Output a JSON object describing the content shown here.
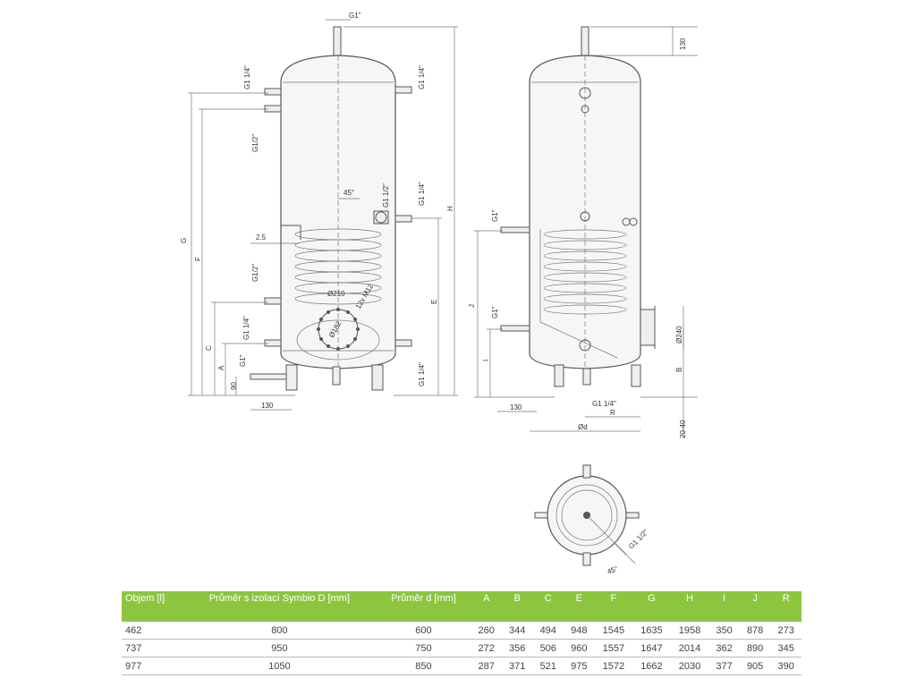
{
  "front_view": {
    "labels": {
      "top_conn": "G1\"",
      "upper_left": "G1 1/4\"",
      "left_mid": "G1/2\"",
      "right_upper": "G1 1/4\"",
      "right_mid_a": "G1 1/4\"",
      "right_mid_b": "G1 1/2\"",
      "angle": "45°",
      "gap": "2.5",
      "left_lower_a": "G1/2\"",
      "left_lower_b": "G1 1/4\"",
      "left_bottom": "G1\"",
      "right_bottom": "G1 1/4\"",
      "coil_dia": "Ø210",
      "flange_bolts": "12x M12",
      "flange_pitch": "Ø182",
      "dim_90": "90",
      "dim_130": "130",
      "dim_G": "G",
      "dim_F": "F",
      "dim_C": "C",
      "dim_A": "A",
      "dim_E": "E",
      "dim_H": "H"
    }
  },
  "side_view": {
    "labels": {
      "dim_130_top": "130",
      "g1_upper": "G1\"",
      "g1_lower": "G1\"",
      "dim_J": "J",
      "dim_I": "I",
      "dim_B": "B",
      "dim_240": "Ø240",
      "dim_130_bottom": "130",
      "g114": "G1 1/4\"",
      "dim_R": "R",
      "dim_d": "Ød",
      "dim_2040": "20-40"
    }
  },
  "top_view": {
    "labels": {
      "conn": "G1 1/2\"",
      "angle": "45°"
    }
  },
  "table": {
    "headers": [
      "Objem [l]",
      "Průměr s izolací Symbio D [mm]",
      "Průměr d [mm]",
      "A",
      "B",
      "C",
      "E",
      "F",
      "G",
      "H",
      "I",
      "J",
      "R"
    ],
    "rows": [
      [
        "462",
        "800",
        "600",
        "260",
        "344",
        "494",
        "948",
        "1545",
        "1635",
        "1958",
        "350",
        "878",
        "273"
      ],
      [
        "737",
        "950",
        "750",
        "272",
        "356",
        "506",
        "960",
        "1557",
        "1647",
        "2014",
        "362",
        "890",
        "345"
      ],
      [
        "977",
        "1050",
        "850",
        "287",
        "371",
        "521",
        "975",
        "1572",
        "1662",
        "2030",
        "377",
        "905",
        "390"
      ]
    ]
  },
  "colors": {
    "header_bg": "#8cc63f",
    "header_text": "#ffffff",
    "line": "#555555"
  }
}
